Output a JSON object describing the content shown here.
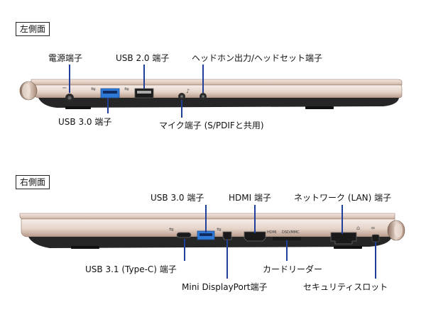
{
  "left_side": {
    "title": "左側面",
    "labels": {
      "power": "電源端子",
      "usb20": "USB 2.0 端子",
      "headphone_headset": "ヘッドホン出力/ヘッドセット端子",
      "usb30": "USB 3.0 端子",
      "mic": "マイク端子 (S/PDIFと共用)"
    }
  },
  "right_side": {
    "title": "右側面",
    "labels": {
      "usb30": "USB 3.0 端子",
      "hdmi": "HDMI 端子",
      "network": "ネットワーク (LAN) 端子",
      "usb31": "USB 3.1 (Type-C) 端子",
      "mini_displayport": "Mini DisplayPort端子",
      "card_reader": "カードリーダー",
      "security_slot": "セキュリティスロット"
    },
    "port_text": {
      "hdmi": "HDMI",
      "card": "DSD/MMC"
    }
  },
  "colors": {
    "accent_line": "#1f3f9a",
    "usb3_blue": "#2e78d6",
    "chassis_top": "#ead9cf",
    "chassis_body": "#c9b1a3",
    "chassis_dark": "#2a2a2a"
  }
}
